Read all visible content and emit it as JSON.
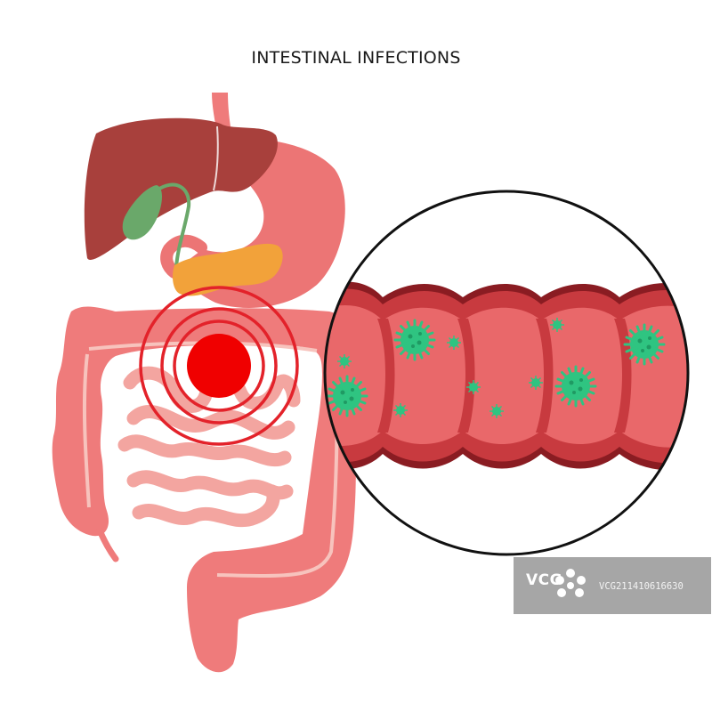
{
  "title": "INTESTINAL INFECTIONS",
  "watermark": {
    "logo": "VCG",
    "code": "VCG211410616630"
  },
  "colors": {
    "liver": "#a8403c",
    "gallbladder": "#6aa86a",
    "stomach": "#ec7575",
    "pancreas": "#f2a23a",
    "large_intestine": "#ef7b7b",
    "small_intestine": "#f3a5a0",
    "pain_spot": "#f00000",
    "pain_rings": "#e3222a",
    "mucosa": "#e9686a",
    "wall": "#c83a3f",
    "wall_outer": "#8a1c22",
    "virus": "#2fc481"
  }
}
